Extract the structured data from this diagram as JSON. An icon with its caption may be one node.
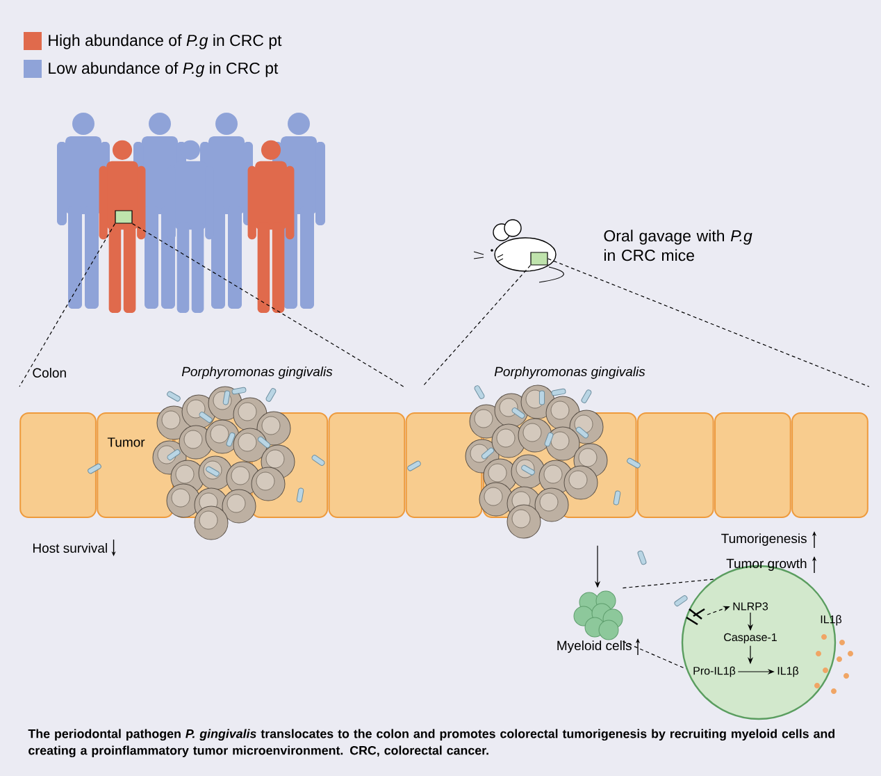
{
  "diagram": {
    "caption": "The periodontal pathogen *P. gingivalis* translocates to the colon and promotes colorectal tumorigenesis by recruiting myeloid cells and creating a proinflammatory tumor microenvironment. CRC, colorectal cancer.",
    "nodes": [
      {
        "text": [],
        "shape": "box"
      },
      {
        "text": [],
        "shape": "box",
        "beside": [
          "Oral gavage with *P.g* in CRC mice"
        ]
      },
      {
        "text": [],
        "shape": "picture",
        "beside": [
          "Porphyromonas gingivalis"
        ]
      },
      {
        "text": [],
        "shape": "picture",
        "beside": [
          "Porphyromonas gingivalis"
        ]
      },
      {
        "text": [],
        "shape": "picture",
        "beside": [
          "Myeloid cells"
        ]
      },
      {
        "text": [],
        "shape": "circle"
      },
      {
        "text": [
          "NLRP3"
        ],
        "in": 5
      },
      {
        "text": [
          "Caspase-1"
        ],
        "in": 5
      },
      {
        "text": [
          "Pro-IL1β"
        ],
        "in": 5
      },
      {
        "text": [
          "IL1β"
        ],
        "in": 5
      }
    ],
    "edges": [
      {
        "from": 0,
        "to": 2,
        "arrow": "none",
        "style": "dashed"
      },
      {
        "from": 0,
        "to": 2,
        "arrow": "none",
        "style": "dashed"
      },
      {
        "from": 1,
        "to": 3,
        "arrow": "none",
        "style": "dashed"
      },
      {
        "from": 1,
        "to": 3,
        "arrow": "none",
        "style": "dashed"
      },
      {
        "from": 3,
        "to": 4,
        "arrow": "to"
      },
      {
        "from": 4,
        "to": 5,
        "arrow": "none",
        "style": "dashed"
      },
      {
        "from": 4,
        "to": 5,
        "arrow": "none",
        "style": "dashed"
      },
      {
        "from": 6,
        "to": 7,
        "arrow": "to"
      },
      {
        "from": 7,
        "to": 8,
        "arrow": "to"
      },
      {
        "from": 8,
        "to": 9,
        "arrow": "to"
      },
      {
        "from": null,
        "to": 6,
        "arrow": "to",
        "style": "dashed"
      }
    ],
    "labels": [
      "Colon",
      "Tumor",
      "Host survival",
      "Tumorigenesis",
      "Tumor growth",
      "IL1β"
    ],
    "legend": [
      {
        "text": "High abundance of *P.g* in CRC pt",
        "color": "#e06a4c"
      },
      {
        "text": "Low abundance of *P.g* in CRC pt",
        "color": "#8fa3d8"
      }
    ]
  }
}
